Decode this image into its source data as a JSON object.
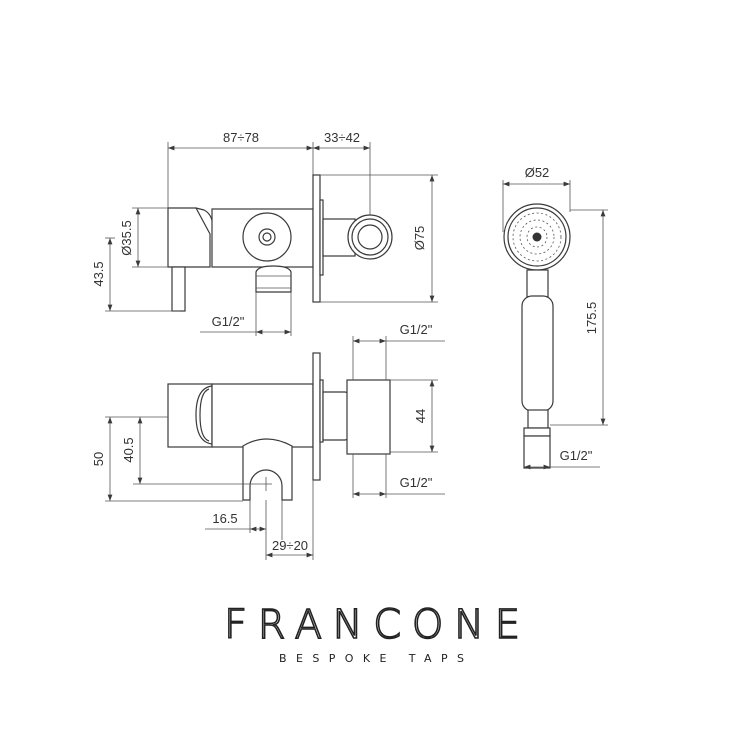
{
  "drawing": {
    "top_view": {
      "body_length": "87÷78",
      "wall_depth": "33÷42",
      "handle_diameter": "Ø35.5",
      "handle_height": "43.5",
      "plate_diameter": "Ø75",
      "outlet_thread": "G1/2\""
    },
    "front_view": {
      "inlet_thread_top": "G1/2\"",
      "inlet_thread_bottom": "G1/2\"",
      "block_height": "44",
      "total_height": "50",
      "holder_height": "40.5",
      "holder_width": "16.5",
      "holder_depth": "29÷20"
    },
    "hand_shower": {
      "head_diameter": "Ø52",
      "length": "175.5",
      "thread": "G1/2\""
    }
  },
  "brand": {
    "name": "FRANCONE",
    "tagline": "BESPOKE TAPS"
  }
}
